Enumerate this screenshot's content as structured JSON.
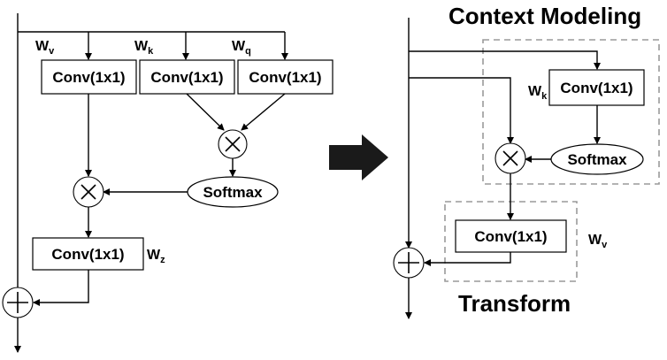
{
  "left": {
    "conv_label": "Conv(1x1)",
    "softmax_label": "Softmax",
    "w_v": {
      "main": "W",
      "sub": "v"
    },
    "w_k": {
      "main": "W",
      "sub": "k"
    },
    "w_q": {
      "main": "W",
      "sub": "q"
    },
    "w_z": {
      "main": "W",
      "sub": "z"
    }
  },
  "right": {
    "context_title": "Context Modeling",
    "transform_title": "Transform",
    "conv_label": "Conv(1x1)",
    "softmax_label": "Softmax",
    "w_k": {
      "main": "W",
      "sub": "k"
    },
    "w_v": {
      "main": "W",
      "sub": "v"
    }
  },
  "colors": {
    "line": "#000000",
    "dashed_border": "#9a9a9a",
    "arrow": "#1a1a1a"
  },
  "icons": {
    "multiply": "multiply-icon",
    "add": "plus-icon",
    "transition": "right-arrow-icon"
  }
}
